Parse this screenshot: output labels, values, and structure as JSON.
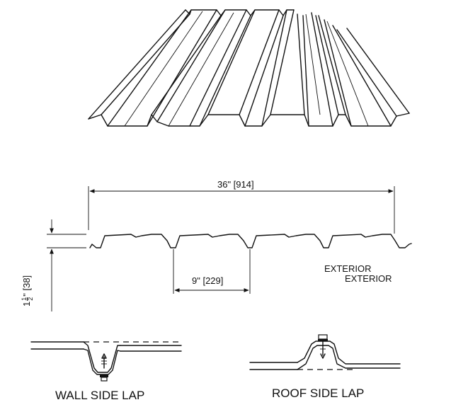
{
  "dimensions": {
    "overall_width": "36\" [914]",
    "rib_spacing": "9\" [229]",
    "rib_height_whole": "1",
    "rib_height_fraction_num": "1",
    "rib_height_fraction_den": "2",
    "rib_height_suffix": "\" [38]"
  },
  "labels": {
    "exterior_1": "EXTERIOR",
    "exterior_2": "EXTERIOR",
    "wall_side_lap": "WALL SIDE LAP",
    "roof_side_lap": "ROOF SIDE LAP"
  }
}
